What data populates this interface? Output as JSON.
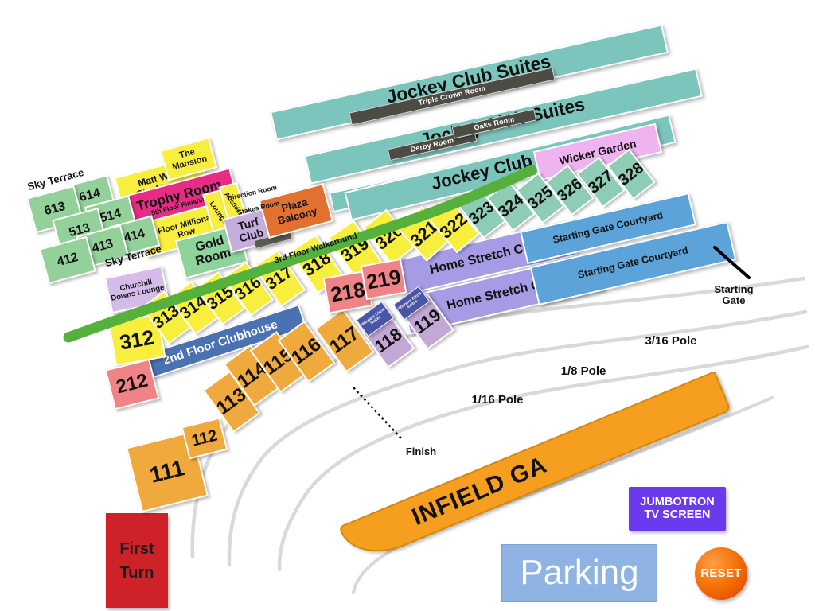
{
  "suites": {
    "bar_label": "Jockey Club Suites",
    "triple_crown_room": "Triple Crown Room",
    "derby_room": "Derby Room",
    "oaks_room": "Oaks Room"
  },
  "venues": {
    "wicker_garden": "Wicker Garden",
    "sky_terrace": "Sky Terrace",
    "matt_winn_steakhouse": "Matt Winn Steakhouse",
    "the_mansion": "The Mansion",
    "trophy_room": "Trophy Room",
    "fifth_floor_finishline": "5th Floor Finishline",
    "millionaires_row": "4th Floor Millionaires Row",
    "lounge": "Lounge",
    "aristides": "Aristides",
    "direction_room": "Direction Room",
    "stakes_room": "Stakes Room",
    "gold_room": "Gold Room",
    "turf_club": "Turf Club",
    "plaza_balcony": "Plaza Balcony",
    "churchill_downs_lounge": "Churchill Downs Lounge",
    "third_floor_walkaround": "3rd Floor Walkaround",
    "second_floor_clubhouse": "2nd Floor Clubhouse",
    "home_stretch_club": "Home Stretch Club",
    "starting_gate_courtyard": "Starting Gate Courtyard",
    "winners_circle_suites": "Winners Circle Suites"
  },
  "zones": {
    "infield_ga": "INFIELD GA",
    "jumbotron_line1": "JUMBOTRON",
    "jumbotron_line2": "TV SCREEN",
    "parking": "Parking",
    "first_turn_line1": "First",
    "first_turn_line2": "Turn"
  },
  "track_labels": {
    "finish": "Finish",
    "starting_gate": "Starting Gate",
    "pole_3_16": "3/16 Pole",
    "pole_1_8": "1/8 Pole",
    "pole_1_16": "1/16 Pole"
  },
  "buttons": {
    "reset": "RESET"
  },
  "sections": [
    {
      "label": "312",
      "type": "yellow"
    },
    {
      "label": "313",
      "type": "yellow"
    },
    {
      "label": "314",
      "type": "yellow"
    },
    {
      "label": "315",
      "type": "yellow"
    },
    {
      "label": "316",
      "type": "yellow"
    },
    {
      "label": "317",
      "type": "yellow"
    },
    {
      "label": "318",
      "type": "yellow"
    },
    {
      "label": "319",
      "type": "yellow"
    },
    {
      "label": "320",
      "type": "yellow"
    },
    {
      "label": "321",
      "type": "yellow"
    },
    {
      "label": "322",
      "type": "yellow"
    },
    {
      "label": "323",
      "type": "seafoam"
    },
    {
      "label": "324",
      "type": "seafoam"
    },
    {
      "label": "325",
      "type": "seafoam"
    },
    {
      "label": "326",
      "type": "seafoam"
    },
    {
      "label": "327",
      "type": "seafoam"
    },
    {
      "label": "328",
      "type": "seafoam"
    },
    {
      "label": "614",
      "type": "green"
    },
    {
      "label": "613",
      "type": "green"
    },
    {
      "label": "514",
      "type": "green"
    },
    {
      "label": "513",
      "type": "green"
    },
    {
      "label": "414",
      "type": "green"
    },
    {
      "label": "413",
      "type": "green"
    },
    {
      "label": "412",
      "type": "green"
    },
    {
      "label": "111",
      "type": "orange"
    },
    {
      "label": "112",
      "type": "orange"
    },
    {
      "label": "113",
      "type": "orange"
    },
    {
      "label": "114",
      "type": "orange"
    },
    {
      "label": "115",
      "type": "orange"
    },
    {
      "label": "116",
      "type": "orange"
    },
    {
      "label": "117",
      "type": "orange"
    },
    {
      "label": "212",
      "type": "salmon"
    },
    {
      "label": "218",
      "type": "salmon"
    },
    {
      "label": "219",
      "type": "salmon"
    },
    {
      "label": "118",
      "type": "lavender"
    },
    {
      "label": "119",
      "type": "lavender"
    }
  ],
  "colors": {
    "suite_teal": "#7cc5bd",
    "room_dark": "#4c4c45",
    "wicker_pink": "#efb3ef",
    "terrace_green": "#93d09a",
    "section_yellow": "#f8ee3e",
    "trophy_magenta": "#e82c86",
    "gold_room_green": "#8ed29c",
    "turf_lavender": "#c5aede",
    "plaza_orange": "#e2702f",
    "walkaround_green": "#55b13c",
    "clubhouse_blue": "#4a72b2",
    "section_orange": "#f0a93c",
    "section_salmon": "#f08386",
    "section_lavender": "#c3a8d6",
    "winners_navy": "#4a55a8",
    "home_stretch_periwinkle": "#a59ce5",
    "courtyard_blue": "#5ba3d9",
    "seafoam": "#8fccb5",
    "infield_orange": "#f59e1f",
    "jumbotron_purple": "#6a3bee",
    "parking_blue": "#8fb3e2",
    "first_turn_red": "#cf2128",
    "reset_orange": "#f26a00",
    "track_gray": "#d9d9d9"
  }
}
